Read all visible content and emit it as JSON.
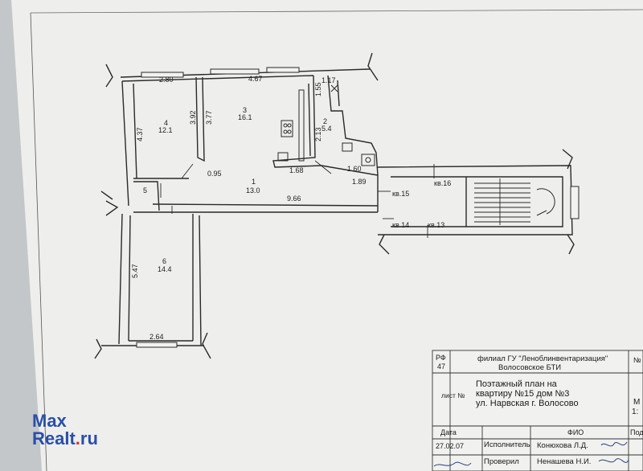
{
  "rooms": [
    {
      "id": "4",
      "area": "12.1"
    },
    {
      "id": "3",
      "area": "16.1"
    },
    {
      "id": "2",
      "area": "5.4"
    },
    {
      "id": "1",
      "area": "13.0"
    },
    {
      "id": "5",
      "area": ""
    },
    {
      "id": "6",
      "area": "14.4"
    }
  ],
  "dimensions": {
    "d280": "2.80",
    "d467": "4.67",
    "d117": "1.17",
    "d155": "1.55",
    "d437": "4.37",
    "d392": "3.92",
    "d377": "3.77",
    "d213": "2.13",
    "d095": "0.95",
    "d168": "1.68",
    "d160": "1.60",
    "d189": "1.89",
    "d966": "9.66",
    "d547": "5.47",
    "d264": "2.64"
  },
  "apartments": {
    "kv15": "кв.15",
    "kv16": "кв.16",
    "kv14": "кв.14",
    "kv13": "кв.13"
  },
  "stamp": {
    "rf_label": "РФ",
    "rf_num": "47",
    "org_line1": "филиал ГУ \"Леноблинвентаризация\"",
    "org_line2": "Волосовское БТИ",
    "plan_line1": "Поэтажный план на",
    "plan_line2": "квартиру №15  дом  №3",
    "plan_line3": "ул. Нарвская  г. Волосово",
    "sheet_label": "лист №",
    "date_label": "Дата",
    "fio_label": "ФИО",
    "pod_label": "Под",
    "date_value": "27.02.07",
    "role1": "Исполнитель",
    "name1": "Конюхова Л.Д.",
    "role2": "Проверил",
    "name2": "Ненашева Н.И.",
    "right_n": "№",
    "right_m": "М",
    "right_scale": "1:"
  },
  "watermark": {
    "line1": "Max",
    "line2a": "Realt",
    "line2dot": ".",
    "line2b": "ru"
  }
}
